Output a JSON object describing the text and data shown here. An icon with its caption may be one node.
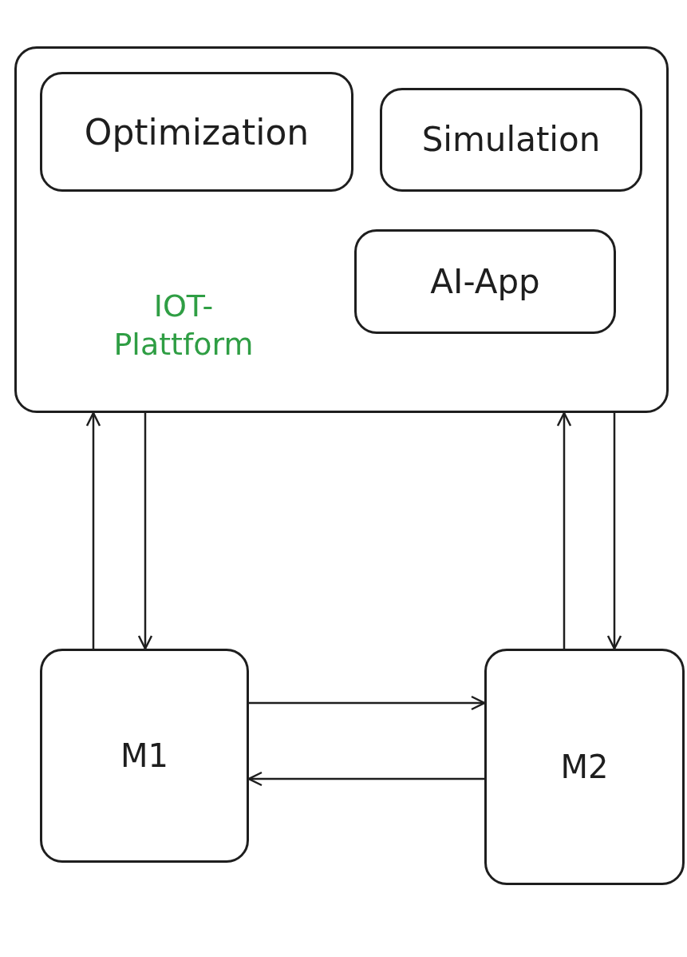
{
  "diagram": {
    "nodes": [
      {
        "text": [
          "IOT- Plattform"
        ]
      },
      {
        "text": [
          "Optimization"
        ],
        "in": 0
      },
      {
        "text": [
          "Simulation"
        ],
        "in": 0
      },
      {
        "text": [
          "AI-App"
        ],
        "in": 0
      },
      {
        "text": [
          "M1"
        ]
      },
      {
        "text": [
          "M2"
        ]
      }
    ],
    "edges": [
      {
        "from": 4,
        "to": 0,
        "arrow": "to"
      },
      {
        "from": 0,
        "to": 4,
        "arrow": "to"
      },
      {
        "from": 5,
        "to": 0,
        "arrow": "to"
      },
      {
        "from": 0,
        "to": 5,
        "arrow": "to"
      },
      {
        "from": 4,
        "to": 5,
        "arrow": "to"
      },
      {
        "from": 5,
        "to": 4,
        "arrow": "to"
      }
    ]
  }
}
